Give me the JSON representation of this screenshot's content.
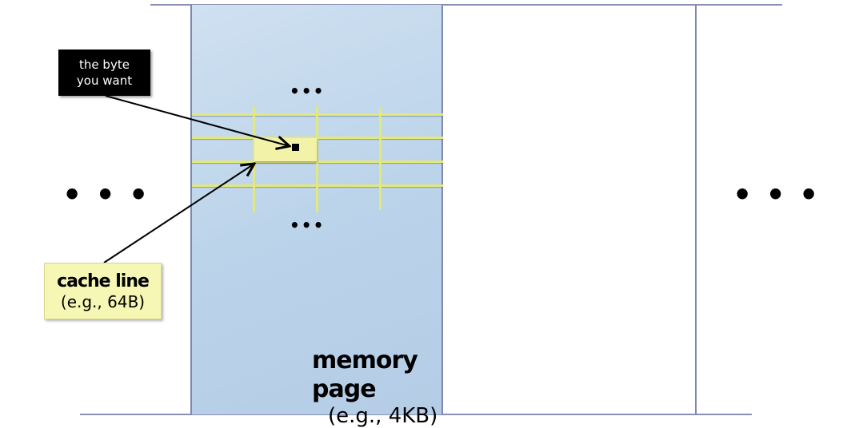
{
  "byte_label": {
    "line1": "the byte",
    "line2": "you want"
  },
  "cache_line_label": {
    "title": "cache line",
    "size": "(e.g., 64B)"
  },
  "memory_page_label": {
    "title": "memory page",
    "size": "(e.g., 4KB)"
  },
  "ellipsis": "• • •",
  "small_ellipsis": "•••",
  "colors": {
    "page_fill": "#bcd4ea",
    "grid_line": "#e2e87a",
    "cache_line_fill": "#f2f3a8",
    "border": "#7f86b0"
  }
}
